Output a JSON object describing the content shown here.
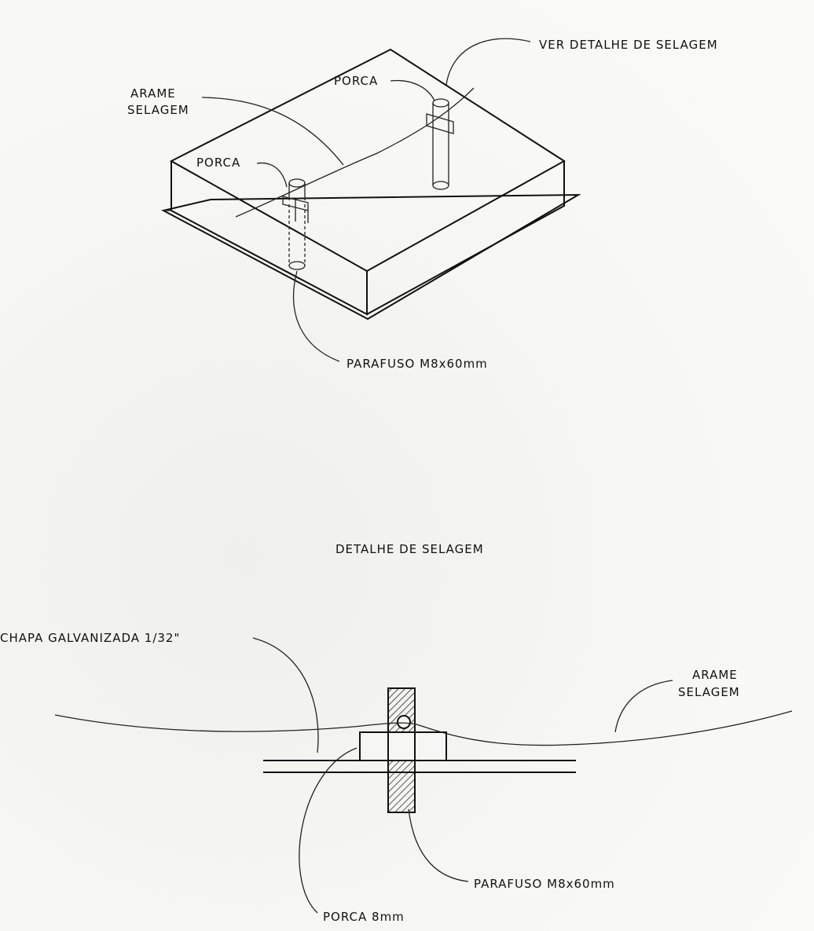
{
  "top_view": {
    "labels": {
      "ver_detalhe": "VER DETALHE DE SELAGEM",
      "porca_1": "PORCA",
      "porca_2": "PORCA",
      "arame_line1": "ARAME",
      "arame_line2": "SELAGEM",
      "parafuso": "PARAFUSO M8x60mm"
    }
  },
  "detail_view": {
    "title": "DETALHE DE SELAGEM",
    "labels": {
      "chapa": "CHAPA GALVANIZADA 1/32\"",
      "arame_line1": "ARAME",
      "arame_line2": "SELAGEM",
      "parafuso": "PARAFUSO M8x60mm",
      "porca": "PORCA 8mm"
    }
  },
  "colors": {
    "ink": "#111111",
    "paper": "#f6f6f4"
  }
}
